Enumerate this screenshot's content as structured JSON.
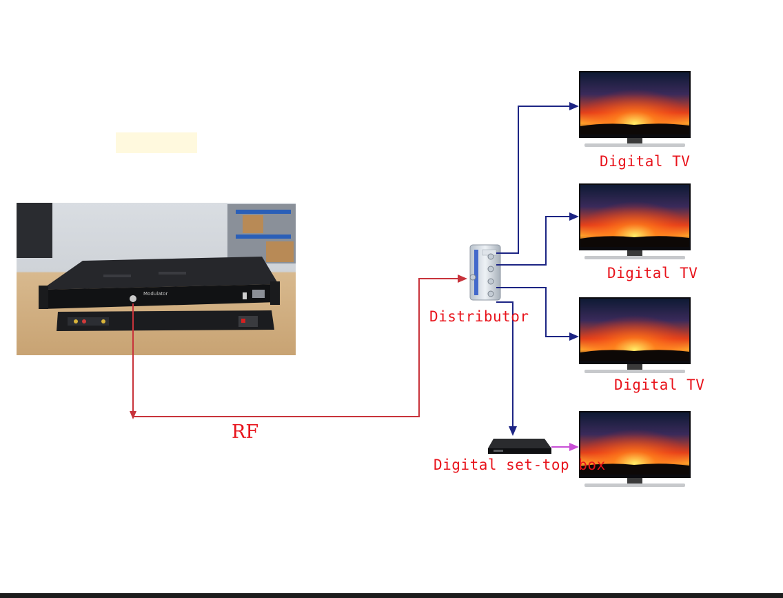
{
  "labels": {
    "rf": "RF",
    "distributor": "Distributor",
    "tv_1": "Digital TV",
    "tv_2": "Digital TV",
    "tv_3": "Digital TV",
    "set_top_box": "Digital set-top box",
    "device_panel": "Modulator"
  },
  "colors": {
    "rf_line": "#c8333b",
    "distribution_line": "#1c2484",
    "stb_to_tv_line": "#c84fd6",
    "label_text": "#e8141c"
  },
  "icons": [
    "modulator-photo",
    "distributor-icon",
    "tv-icon",
    "set-top-box-icon"
  ]
}
